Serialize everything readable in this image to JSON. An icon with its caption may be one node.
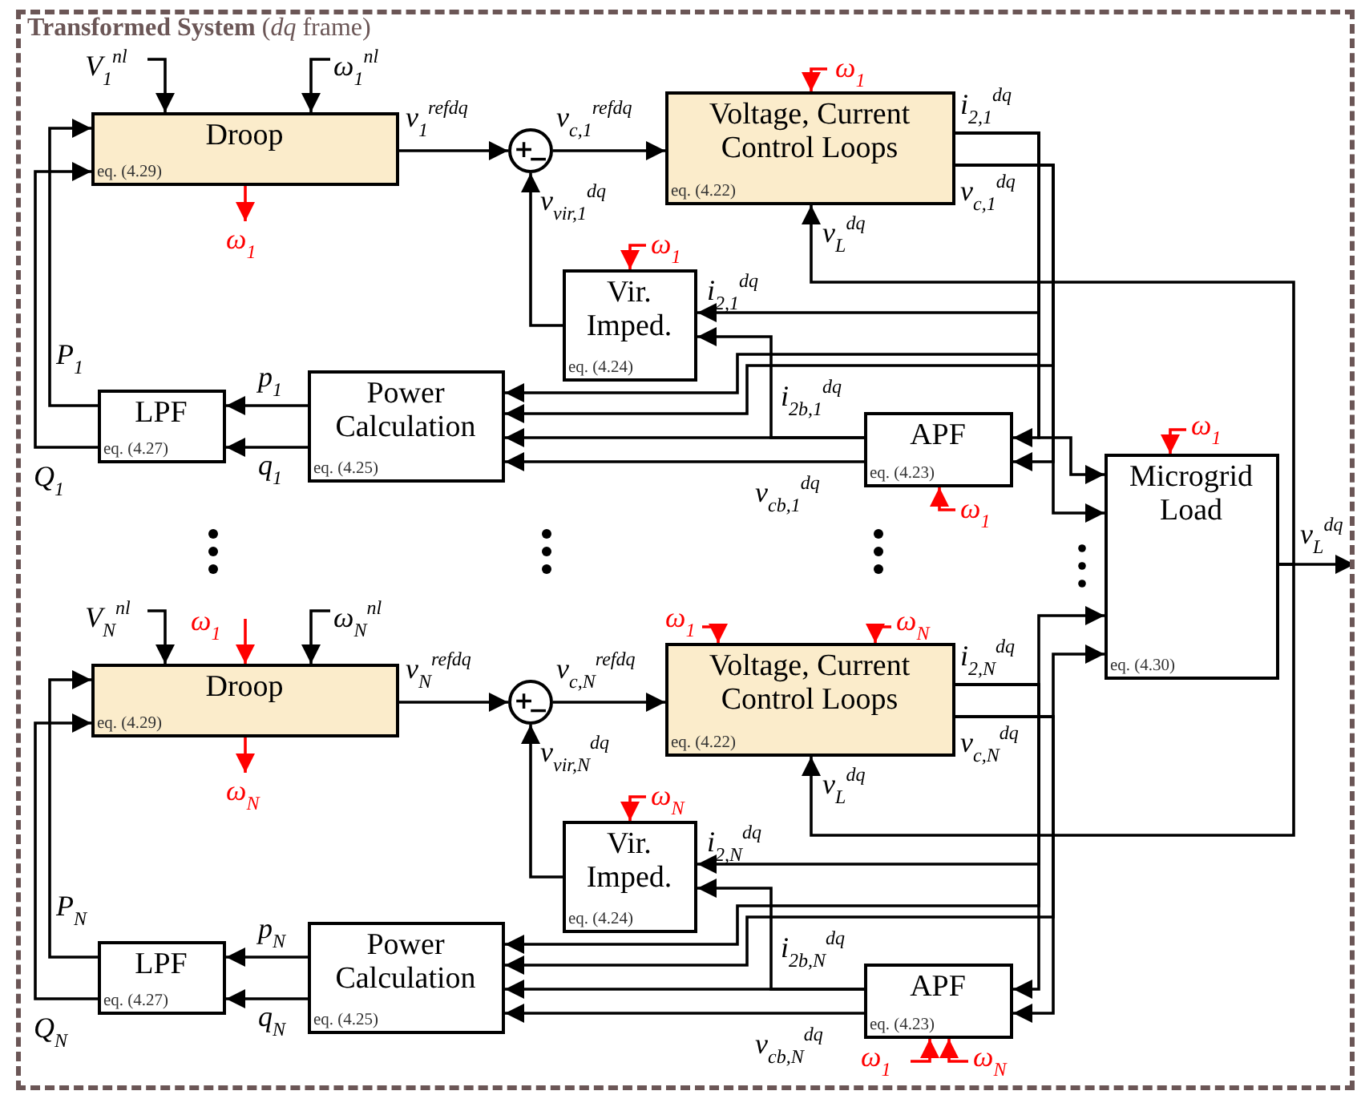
{
  "diagram": {
    "nodes": [
      {
        "text": [
          "**Transformed System** (*dq* frame)"
        ]
      },
      {
        "text": [
          "Droop",
          "eq. (4.29)"
        ],
        "in": 0
      },
      {
        "text": [
          "+",
          "−"
        ],
        "in": 0
      },
      {
        "text": [
          "Voltage, Current Control Loops",
          "eq. (4.22)"
        ],
        "in": 0
      },
      {
        "text": [
          "Vir. Imped.",
          "eq. (4.24)"
        ],
        "in": 0
      },
      {
        "text": [
          "LPF",
          "eq. (4.27)"
        ],
        "in": 0
      },
      {
        "text": [
          "Power Calculation",
          "eq. (4.25)"
        ],
        "in": 0
      },
      {
        "text": [
          "APF",
          "eq. (4.23)"
        ],
        "in": 0
      },
      {
        "text": [
          "Droop",
          "eq. (4.29)"
        ],
        "in": 0
      },
      {
        "text": [
          "+",
          "−"
        ],
        "in": 0
      },
      {
        "text": [
          "Voltage, Current Control Loops",
          "eq. (4.22)"
        ],
        "in": 0
      },
      {
        "text": [
          "Vir. Imped.",
          "eq. (4.24)"
        ],
        "in": 0
      },
      {
        "text": [
          "LPF",
          "eq. (4.27)"
        ],
        "in": 0
      },
      {
        "text": [
          "Power Calculation",
          "eq. (4.25)"
        ],
        "in": 0
      },
      {
        "text": [
          "APF",
          "eq. (4.23)"
        ],
        "in": 0
      },
      {
        "text": [
          "Microgrid Load",
          "eq. (4.30)"
        ],
        "in": 0
      }
    ],
    "edges": [
      {
        "from": null,
        "to": 1,
        "arrow": "to",
        "label": "V$_{1}$$^{nl}$"
      },
      {
        "from": null,
        "to": 1,
        "arrow": "to",
        "label": "ω$_{1}$$^{nl}$"
      },
      {
        "from": 1,
        "to": null,
        "arrow": "to",
        "label": "ω$_{1}$",
        "color": "#ff0000"
      },
      {
        "from": 1,
        "to": 2,
        "arrow": "to",
        "label": "v$_{1}$$^{refdq}$"
      },
      {
        "from": 2,
        "to": 3,
        "arrow": "to",
        "label": "v$_{c,1}$$^{refdq}$"
      },
      {
        "from": 4,
        "to": 2,
        "arrow": "to",
        "label": "v$_{vir,1}$$^{dq}$"
      },
      {
        "from": null,
        "to": 3,
        "arrow": "to",
        "label": "ω$_{1}$",
        "color": "#ff0000"
      },
      {
        "from": 3,
        "to": 4,
        "arrow": "to",
        "label": "i$_{2,1}$$^{dq}$"
      },
      {
        "from": 3,
        "to": 6,
        "arrow": "to"
      },
      {
        "from": 3,
        "to": 6,
        "arrow": "to"
      },
      {
        "from": 3,
        "to": 7,
        "arrow": "to"
      },
      {
        "from": 3,
        "to": 7,
        "arrow": "to"
      },
      {
        "from": 3,
        "to": 15,
        "arrow": "to",
        "label": "i$_{2,1}$$^{dq}$"
      },
      {
        "from": 3,
        "to": 15,
        "arrow": "to",
        "label": "v$_{c,1}$$^{dq}$"
      },
      {
        "from": 15,
        "to": 3,
        "arrow": "to",
        "label": "v$_{L}$$^{dq}$"
      },
      {
        "from": null,
        "to": 4,
        "arrow": "to",
        "label": "ω$_{1}$",
        "color": "#ff0000"
      },
      {
        "from": 7,
        "to": 4,
        "arrow": "to"
      },
      {
        "from": 7,
        "to": 6,
        "arrow": "to",
        "label": "i$_{2b,1}$$^{dq}$"
      },
      {
        "from": 7,
        "to": 6,
        "arrow": "to",
        "label": "v$_{cb,1}$$^{dq}$"
      },
      {
        "from": null,
        "to": 7,
        "arrow": "to",
        "label": "ω$_{1}$",
        "color": "#ff0000"
      },
      {
        "from": 6,
        "to": 5,
        "arrow": "to",
        "label": "p$_{1}$"
      },
      {
        "from": 6,
        "to": 5,
        "arrow": "to",
        "label": "q$_{1}$"
      },
      {
        "from": 5,
        "to": 1,
        "arrow": "to",
        "label": "P$_{1}$"
      },
      {
        "from": 5,
        "to": 1,
        "arrow": "to",
        "label": "Q$_{1}$"
      },
      {
        "from": null,
        "to": 8,
        "arrow": "to",
        "label": "V$_{N}$$^{nl}$"
      },
      {
        "from": null,
        "to": 8,
        "arrow": "to",
        "label": "ω$_{N}$$^{nl}$"
      },
      {
        "from": 8,
        "to": null,
        "arrow": "to",
        "label": "ω$_{N}$",
        "color": "#ff0000"
      },
      {
        "from": 8,
        "to": 9,
        "arrow": "to",
        "label": "v$_{N}$$^{refdq}$"
      },
      {
        "from": 9,
        "to": 10,
        "arrow": "to",
        "label": "v$_{c,N}$$^{refdq}$"
      },
      {
        "from": 11,
        "to": 9,
        "arrow": "to",
        "label": "v$_{vir,N}$$^{dq}$"
      },
      {
        "from": null,
        "to": 10,
        "arrow": "to",
        "label": "ω$_{N}$",
        "color": "#ff0000"
      },
      {
        "from": 10,
        "to": 11,
        "arrow": "to",
        "label": "i$_{2,N}$$^{dq}$"
      },
      {
        "from": 10,
        "to": 13,
        "arrow": "to"
      },
      {
        "from": 10,
        "to": 13,
        "arrow": "to"
      },
      {
        "from": 10,
        "to": 14,
        "arrow": "to"
      },
      {
        "from": 10,
        "to": 14,
        "arrow": "to"
      },
      {
        "from": 10,
        "to": 15,
        "arrow": "to",
        "label": "i$_{2,N}$$^{dq}$"
      },
      {
        "from": 10,
        "to": 15,
        "arrow": "to",
        "label": "v$_{c,N}$$^{dq}$"
      },
      {
        "from": 15,
        "to": 10,
        "arrow": "to",
        "label": "v$_{L}$$^{dq}$"
      },
      {
        "from": null,
        "to": 11,
        "arrow": "to",
        "label": "ω$_{N}$",
        "color": "#ff0000"
      },
      {
        "from": 14,
        "to": 11,
        "arrow": "to"
      },
      {
        "from": 14,
        "to": 13,
        "arrow": "to",
        "label": "i$_{2b,N}$$^{dq}$"
      },
      {
        "from": 14,
        "to": 13,
        "arrow": "to",
        "label": "v$_{cb,N}$$^{dq}$"
      },
      {
        "from": null,
        "to": 14,
        "arrow": "to",
        "label": "ω$_{N}$",
        "color": "#ff0000"
      },
      {
        "from": 13,
        "to": 12,
        "arrow": "to",
        "label": "p$_{N}$"
      },
      {
        "from": 13,
        "to": 12,
        "arrow": "to",
        "label": "q$_{N}$"
      },
      {
        "from": 12,
        "to": 8,
        "arrow": "to",
        "label": "P$_{N}$"
      },
      {
        "from": 12,
        "to": 8,
        "arrow": "to",
        "label": "Q$_{N}$"
      },
      {
        "from": null,
        "to": 8,
        "arrow": "to",
        "label": "ω$_{1}$",
        "color": "#ff0000"
      },
      {
        "from": null,
        "to": 10,
        "arrow": "to",
        "label": "ω$_{1}$",
        "color": "#ff0000"
      },
      {
        "from": null,
        "to": 14,
        "arrow": "to",
        "label": "ω$_{1}$",
        "color": "#ff0000"
      },
      {
        "from": null,
        "to": 15,
        "arrow": "to",
        "label": "ω$_{1}$",
        "color": "#ff0000"
      },
      {
        "from": 15,
        "to": null,
        "arrow": "to",
        "label": "v$_{L}$$^{dq}$"
      }
    ]
  }
}
